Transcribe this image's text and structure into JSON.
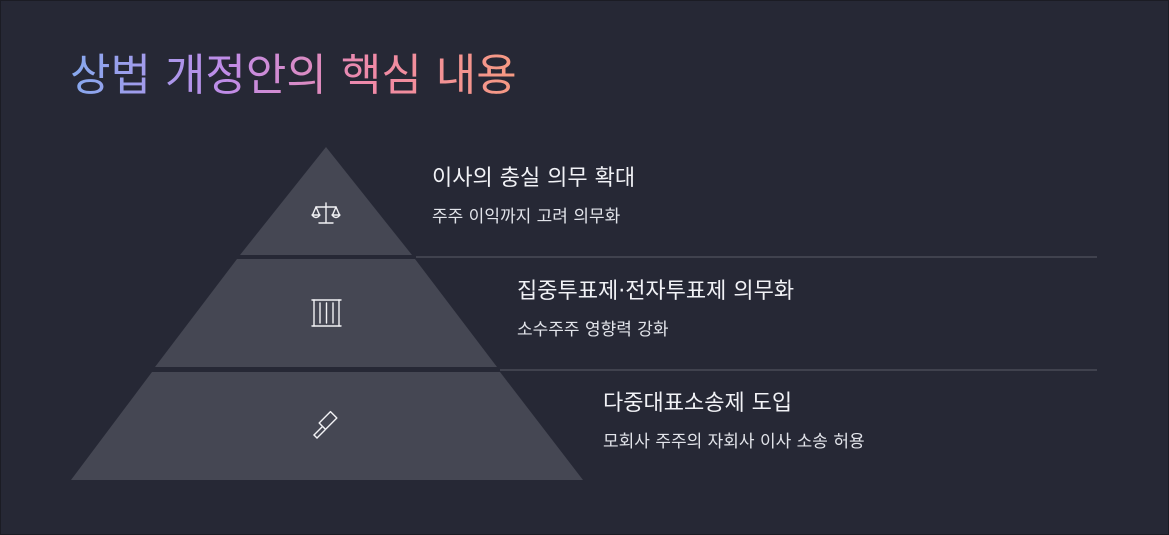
{
  "title": "상법 개정안의 핵심 내용",
  "colors": {
    "background": "#262835",
    "tier_fill": "#454753",
    "divider": "#494b57",
    "icon": "#f2f2f5",
    "title_gradient": [
      "#86a9ee",
      "#c08ce8",
      "#f08aa6",
      "#f69a82"
    ]
  },
  "tiers": [
    {
      "heading": "이사의 충실 의무 확대",
      "sub": "주주 이익까지 고려 의무화",
      "icon": "balance-scale-icon"
    },
    {
      "heading": "집중투표제·전자투표제 의무화",
      "sub": "소수주주 영향력 강화",
      "icon": "ballot-box-icon"
    },
    {
      "heading": "다중대표소송제 도입",
      "sub": "모회사 주주의 자회사 이사 소송 허용",
      "icon": "gavel-icon"
    }
  ]
}
